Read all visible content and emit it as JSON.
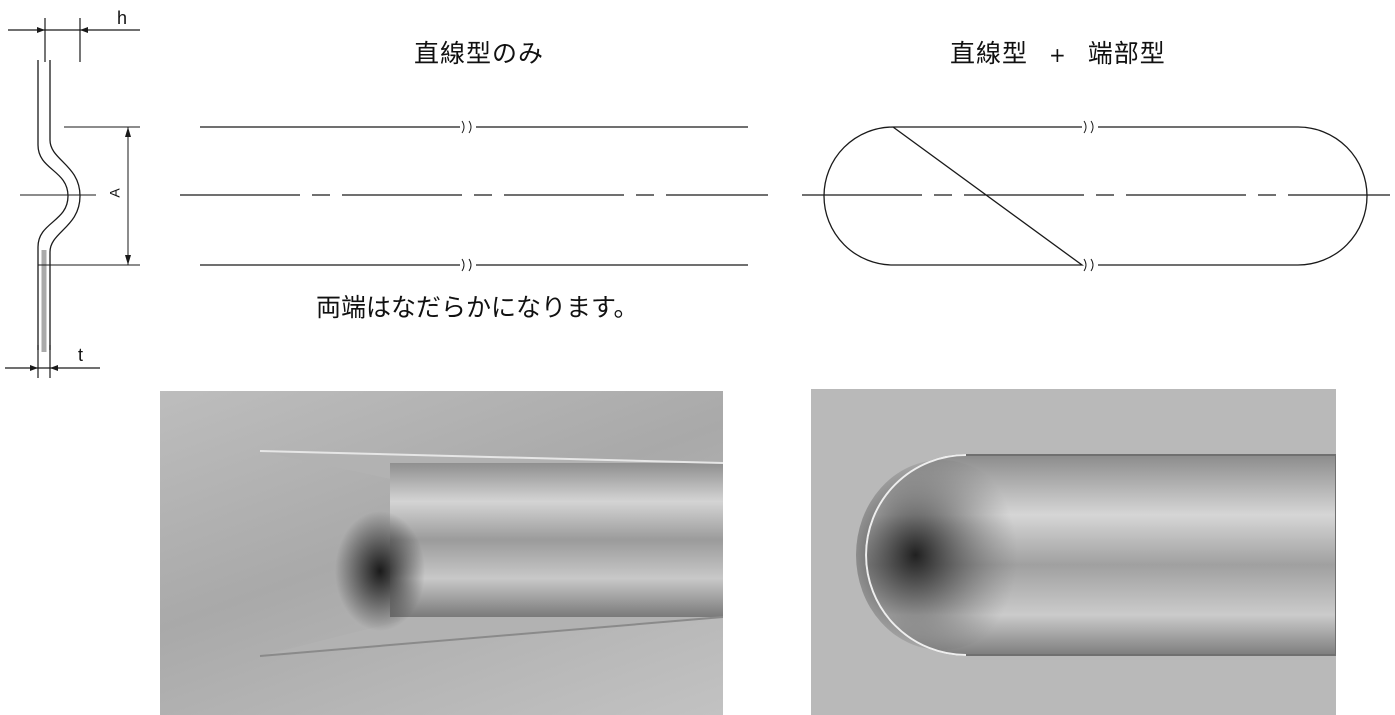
{
  "profile": {
    "label_h": "h",
    "label_A": "A",
    "label_t": "t"
  },
  "straight": {
    "title": "直線型のみ",
    "caption": "両端はなだらかになります。"
  },
  "straight_end": {
    "title_main": "直線型",
    "title_plus": "+",
    "title_end": "端部型"
  },
  "colors": {
    "line": "#1a1a1a",
    "steel_light": "#c9c9c9",
    "steel_mid": "#9a9a9a",
    "steel_dark": "#3a3a3a"
  }
}
